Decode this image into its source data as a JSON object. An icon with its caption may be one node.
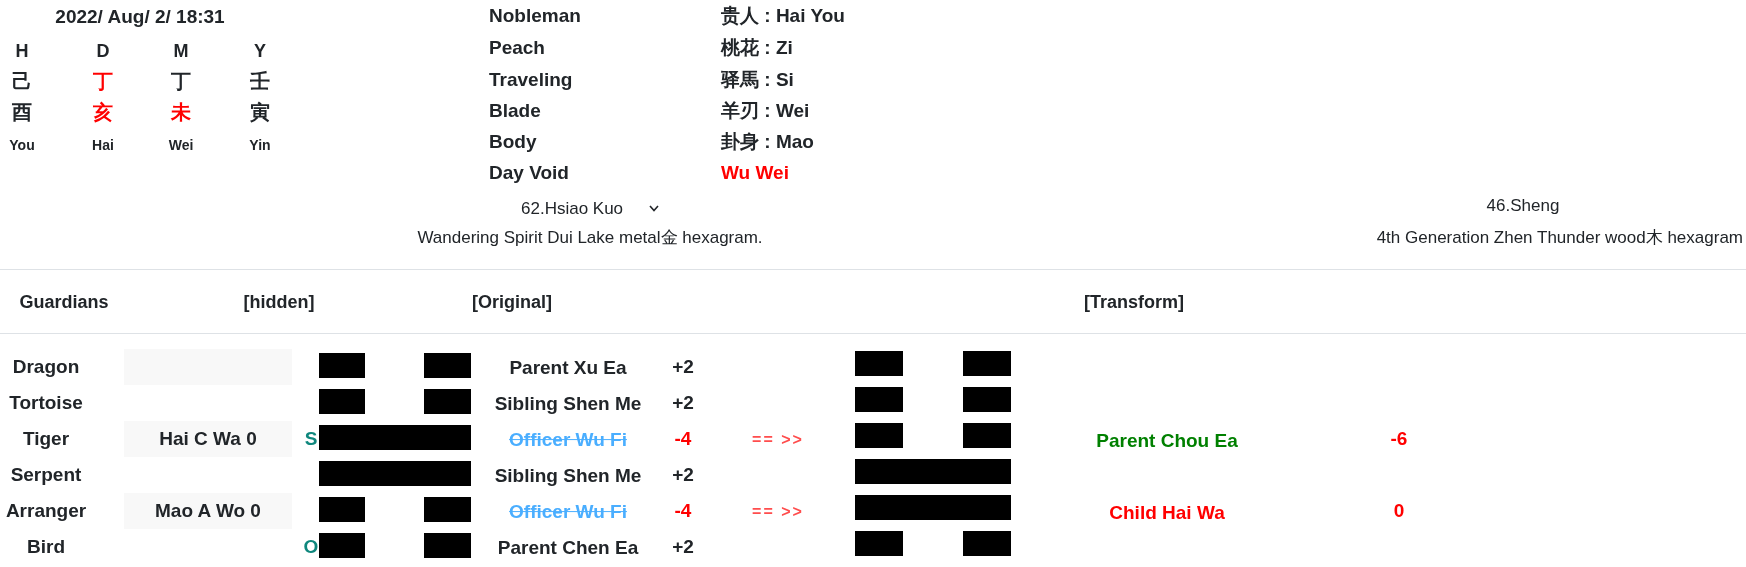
{
  "diagram": {
    "labels": [
      "2022/ Aug/ 2/ 18:31",
      "H",
      "D",
      "M",
      "Y",
      "己",
      "丁",
      "丁",
      "壬",
      "酉",
      "亥",
      "未",
      "寅",
      "You",
      "Hai",
      "Wei",
      "Yin",
      "Nobleman",
      "贵人 : Hai You",
      "Peach",
      "桃花 : Zi",
      "Traveling",
      "驿馬 : Si",
      "Blade",
      "羊刃 : Wei",
      "Body",
      "卦身 : Mao",
      "Day Void",
      "Wu Wei",
      "62.Hsiao Kuo",
      "46.Sheng",
      "Wandering Spirit Dui Lake metal金 hexagram.",
      "4th Generation Zhen Thunder wood木 hexagram",
      "Guardians",
      "[hidden]",
      "[Original]",
      "[Transform]",
      "Dragon",
      "Parent Xu Ea",
      "+2",
      "Tortoise",
      "Sibling Shen Me",
      "+2",
      "Tiger",
      "Hai C Wa 0",
      "S",
      "Officer Wu Fi",
      "-4",
      "== >>",
      "Parent Chou Ea",
      "-6",
      "Serpent",
      "Sibling Shen Me",
      "+2",
      "Arranger",
      "Mao A Wo 0",
      "Officer Wu Fi",
      "-4",
      "== >>",
      "Child Hai Wa",
      "0",
      "Bird",
      "O",
      "Parent Chen Ea",
      "+2"
    ]
  }
}
